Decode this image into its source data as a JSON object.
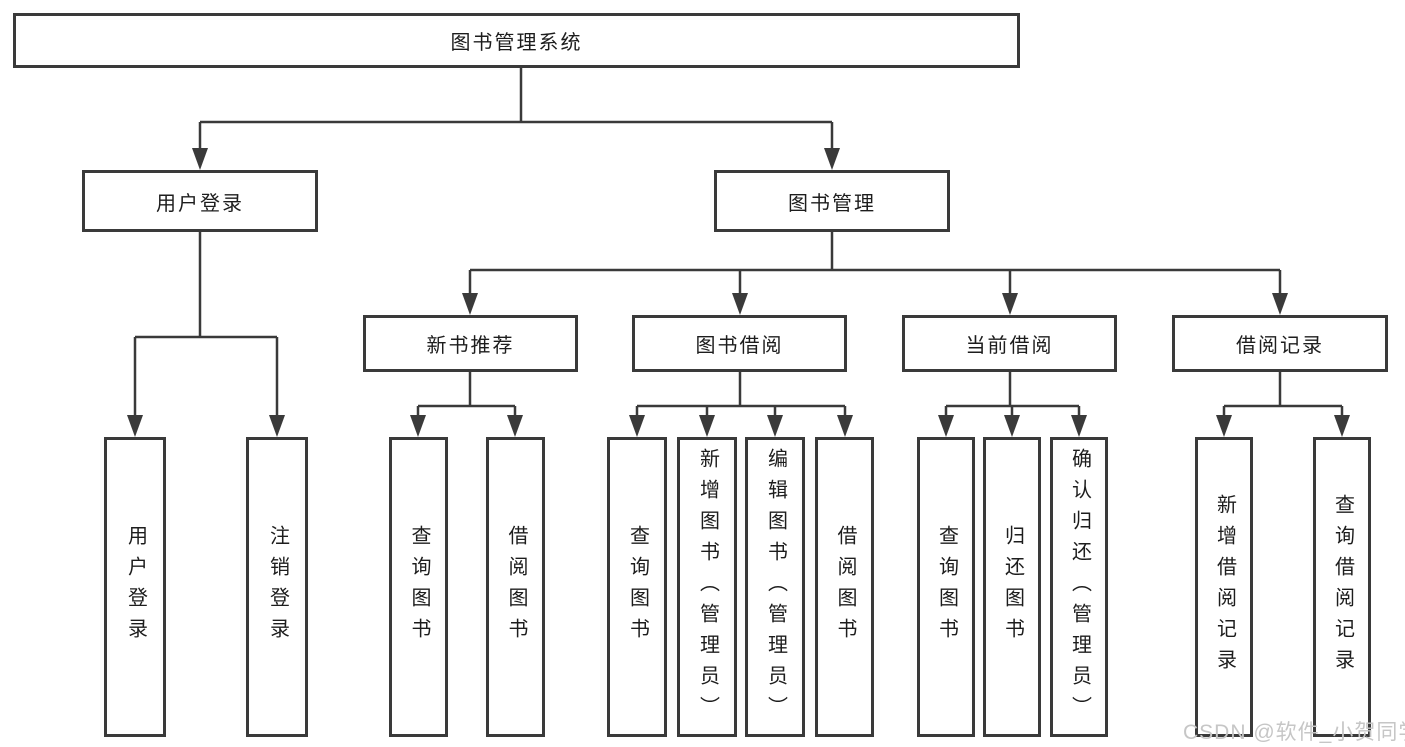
{
  "colors": {
    "line": "#3a3a3a",
    "text": "#1d1d1d",
    "background": "#ffffff",
    "watermark_text": "#c6c6c6"
  },
  "watermark": "CSDN @软件_小贺同学",
  "diagram": {
    "root": {
      "label": "图书管理系统"
    },
    "branches": [
      {
        "label": "用户登录",
        "children": [
          {
            "label": "用户登录"
          },
          {
            "label": "注销登录"
          }
        ]
      },
      {
        "label": "图书管理",
        "children": [
          {
            "label": "新书推荐",
            "children": [
              {
                "label": "查询图书"
              },
              {
                "label": "借阅图书"
              }
            ]
          },
          {
            "label": "图书借阅",
            "children": [
              {
                "label": "查询图书"
              },
              {
                "label": "新增图书（管理员）"
              },
              {
                "label": "编辑图书（管理员）"
              },
              {
                "label": "借阅图书"
              }
            ]
          },
          {
            "label": "当前借阅",
            "children": [
              {
                "label": "查询图书"
              },
              {
                "label": "归还图书"
              },
              {
                "label": "确认归还（管理员）"
              }
            ]
          },
          {
            "label": "借阅记录",
            "children": [
              {
                "label": "新增借阅记录"
              },
              {
                "label": "查询借阅记录"
              }
            ]
          }
        ]
      }
    ]
  }
}
